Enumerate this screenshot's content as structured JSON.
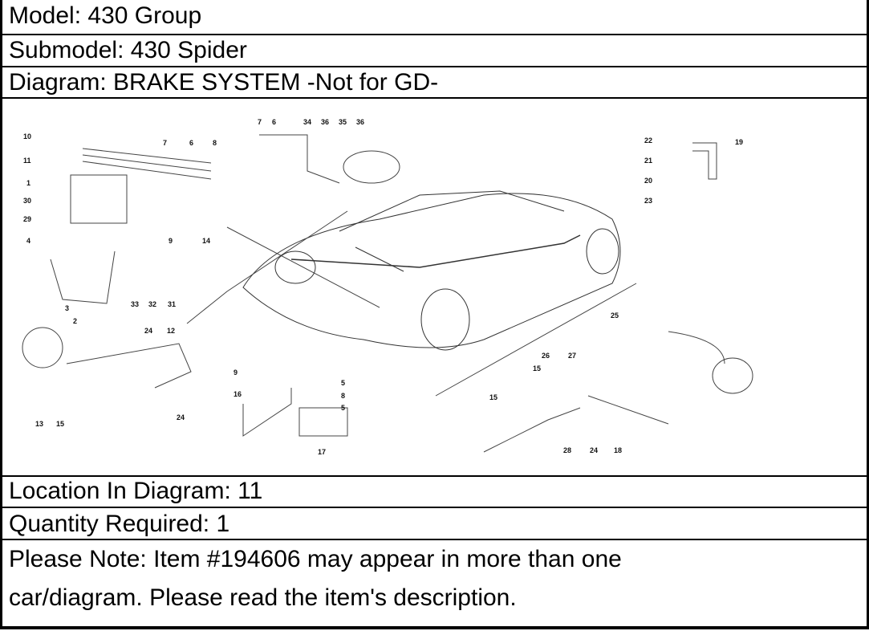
{
  "model": "Model: 430 Group",
  "submodel": "Submodel: 430 Spider",
  "diagram_title": "Diagram: BRAKE SYSTEM -Not for GD-",
  "location": "Location In Diagram: 11",
  "quantity": "Quantity Required: 1",
  "note_line1": "Please Note: Item #194606 may appear in more than one",
  "note_line2": "car/diagram. Please read the item's description.",
  "callouts": [
    "10",
    "11",
    "1",
    "30",
    "29",
    "4",
    "7",
    "6",
    "8",
    "9",
    "14",
    "33",
    "32",
    "31",
    "3",
    "2",
    "7",
    "6",
    "34",
    "36",
    "35",
    "36",
    "22",
    "19",
    "21",
    "20",
    "23",
    "24",
    "12",
    "13",
    "15",
    "24",
    "9",
    "5",
    "16",
    "8",
    "5",
    "17",
    "25",
    "26",
    "27",
    "15",
    "15",
    "28",
    "24",
    "18"
  ]
}
